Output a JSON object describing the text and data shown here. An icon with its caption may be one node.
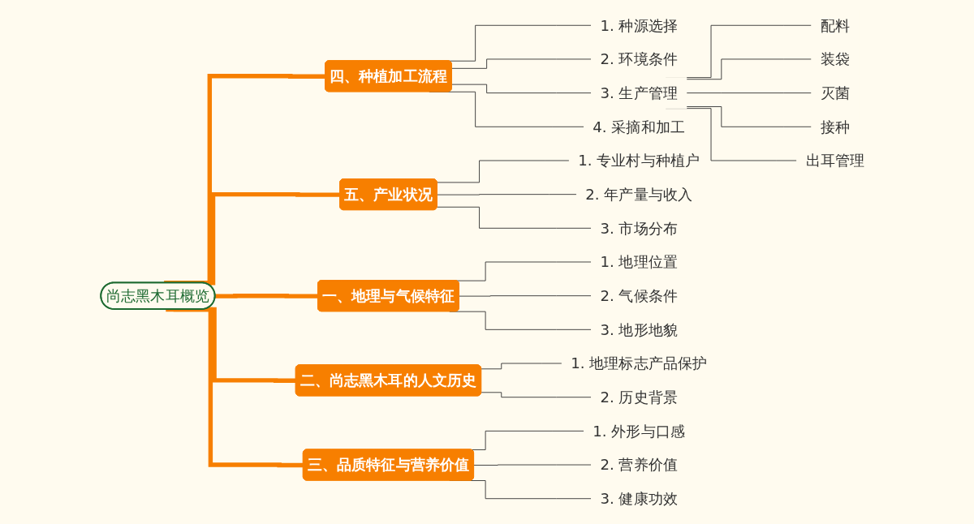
{
  "diagram": {
    "nodes": [
      {
        "text": [
          "尚志黑木耳概览"
        ]
      },
      {
        "text": [
          "四、种植加工流程"
        ]
      },
      {
        "text": [
          "五、产业状况"
        ]
      },
      {
        "text": [
          "一、地理与气候特征"
        ]
      },
      {
        "text": [
          "二、尚志黑木耳的人文历史"
        ]
      },
      {
        "text": [
          "三、品质特征与营养价值"
        ]
      },
      {
        "text": [
          "1. 种源选择"
        ]
      },
      {
        "text": [
          "2. 环境条件"
        ]
      },
      {
        "text": [
          "3. 生产管理"
        ]
      },
      {
        "text": [
          "4. 采摘和加工"
        ]
      },
      {
        "text": [
          "配料"
        ]
      },
      {
        "text": [
          "装袋"
        ]
      },
      {
        "text": [
          "灭菌"
        ]
      },
      {
        "text": [
          "接种"
        ]
      },
      {
        "text": [
          "出耳管理"
        ]
      },
      {
        "text": [
          "1. 专业村与种植户"
        ]
      },
      {
        "text": [
          "2. 年产量与收入"
        ]
      },
      {
        "text": [
          "3. 市场分布"
        ]
      },
      {
        "text": [
          "1. 地理位置"
        ]
      },
      {
        "text": [
          "2. 气候条件"
        ]
      },
      {
        "text": [
          "3. 地形地貌"
        ]
      },
      {
        "text": [
          "1. 地理标志产品保护"
        ]
      },
      {
        "text": [
          "2. 历史背景"
        ]
      },
      {
        "text": [
          "1. 外形与口感"
        ]
      },
      {
        "text": [
          "2. 营养价值"
        ]
      },
      {
        "text": [
          "3. 健康功效"
        ]
      }
    ],
    "edges": [
      {
        "from": 0,
        "to": 1,
        "arrow": "none",
        "style": "thick",
        "color": "#f77f00"
      },
      {
        "from": 0,
        "to": 2,
        "arrow": "none",
        "style": "thick",
        "color": "#f77f00"
      },
      {
        "from": 0,
        "to": 3,
        "arrow": "none",
        "style": "thick",
        "color": "#f77f00"
      },
      {
        "from": 0,
        "to": 4,
        "arrow": "none",
        "style": "thick",
        "color": "#f77f00"
      },
      {
        "from": 0,
        "to": 5,
        "arrow": "none",
        "style": "thick",
        "color": "#f77f00"
      },
      {
        "from": 1,
        "to": 6,
        "arrow": "none"
      },
      {
        "from": 1,
        "to": 7,
        "arrow": "none"
      },
      {
        "from": 1,
        "to": 8,
        "arrow": "none"
      },
      {
        "from": 1,
        "to": 9,
        "arrow": "none"
      },
      {
        "from": 8,
        "to": 10,
        "arrow": "none"
      },
      {
        "from": 8,
        "to": 11,
        "arrow": "none"
      },
      {
        "from": 8,
        "to": 12,
        "arrow": "none"
      },
      {
        "from": 8,
        "to": 13,
        "arrow": "none"
      },
      {
        "from": 8,
        "to": 14,
        "arrow": "none"
      },
      {
        "from": 2,
        "to": 15,
        "arrow": "none"
      },
      {
        "from": 2,
        "to": 16,
        "arrow": "none"
      },
      {
        "from": 2,
        "to": 17,
        "arrow": "none"
      },
      {
        "from": 3,
        "to": 18,
        "arrow": "none"
      },
      {
        "from": 3,
        "to": 19,
        "arrow": "none"
      },
      {
        "from": 3,
        "to": 20,
        "arrow": "none"
      },
      {
        "from": 4,
        "to": 21,
        "arrow": "none"
      },
      {
        "from": 4,
        "to": 22,
        "arrow": "none"
      },
      {
        "from": 5,
        "to": 23,
        "arrow": "none"
      },
      {
        "from": 5,
        "to": 24,
        "arrow": "none"
      },
      {
        "from": 5,
        "to": 25,
        "arrow": "none"
      }
    ]
  }
}
